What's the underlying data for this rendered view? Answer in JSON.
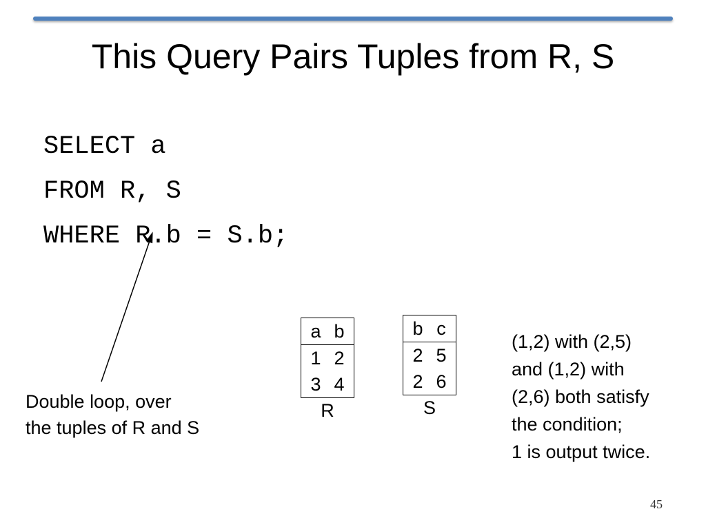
{
  "slide": {
    "title": "This Query Pairs Tuples from R, S",
    "page_number": "45",
    "accent_color": "#4F81BD"
  },
  "sql": {
    "lines": [
      "SELECT a",
      "FROM R, S",
      "WHERE R.b = S.b;"
    ]
  },
  "annotation": {
    "lines": [
      "Double loop, over",
      "the tuples of R and S"
    ]
  },
  "tables": {
    "r": {
      "name": "R",
      "headers": [
        "a",
        "b"
      ],
      "rows": [
        [
          "1",
          "2"
        ],
        [
          "3",
          "4"
        ]
      ]
    },
    "s": {
      "name": "S",
      "headers": [
        "b",
        "c"
      ],
      "rows": [
        [
          "2",
          "5"
        ],
        [
          "2",
          "6"
        ]
      ]
    }
  },
  "explanation": {
    "lines": [
      "(1,2) with (2,5)",
      "and (1,2) with",
      "(2,6) both satisfy",
      "the condition;",
      "1 is output twice."
    ]
  }
}
